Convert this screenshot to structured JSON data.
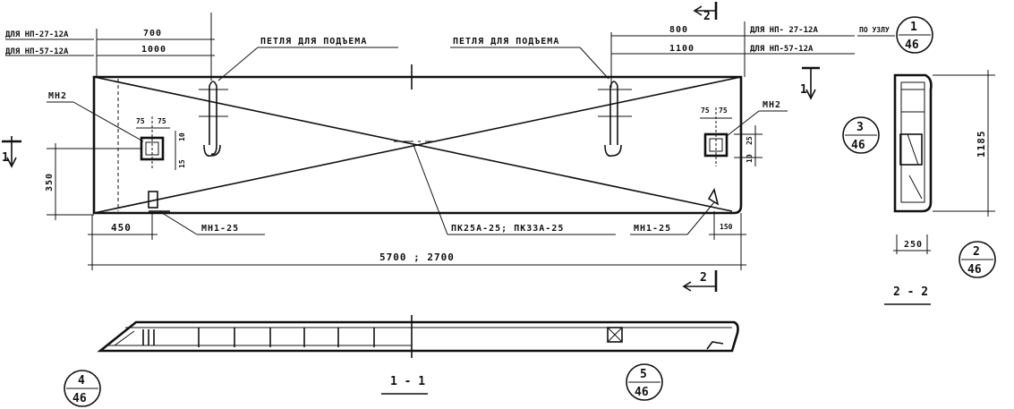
{
  "notes": {
    "np27": "ДЛЯ НП-27-12А",
    "np57": "ДЛЯ НП-57-12А",
    "np27_right": "ДЛЯ НП- 27-12А",
    "np57_right": "ДЛЯ НП-57-12А",
    "po_uzlu": "ПО УЗЛУ"
  },
  "dims": {
    "d700": "700",
    "d1000": "1000",
    "d800": "800",
    "d1100": "1100",
    "d75a": "75",
    "d75b": "75",
    "d75c": "75",
    "d75d": "75",
    "d350": "350",
    "d450": "450",
    "d150": "150",
    "total": "5700  ;  2700",
    "d1185": "1185",
    "d250": "250",
    "d10a": "10",
    "d15a": "15",
    "d25b": "25",
    "d10b": "10"
  },
  "labels": {
    "lift_left": "ПЕТЛЯ ДЛЯ ПОДЪЕМА",
    "lift_right": "ПЕТЛЯ ДЛЯ ПОДЪЕМА",
    "mn2_left": "МН2",
    "mn2_right": "МН2",
    "mn1_left": "МН1-25",
    "mn1_right": "МН1-25",
    "pk": "ПК25А-25; ПК33А-25"
  },
  "sections": {
    "s11_left_num": "1",
    "s11_right_num": "1",
    "s22_top_num": "2",
    "s22_bottom_num": "2",
    "view22": "2 - 2",
    "view11": "1 - 1"
  },
  "refs": {
    "r1": {
      "num": "1",
      "sheet": "46"
    },
    "r2": {
      "num": "2",
      "sheet": "46"
    },
    "r3": {
      "num": "3",
      "sheet": "46"
    },
    "r4": {
      "num": "4",
      "sheet": "46"
    },
    "r5": {
      "num": "5",
      "sheet": "46"
    }
  }
}
